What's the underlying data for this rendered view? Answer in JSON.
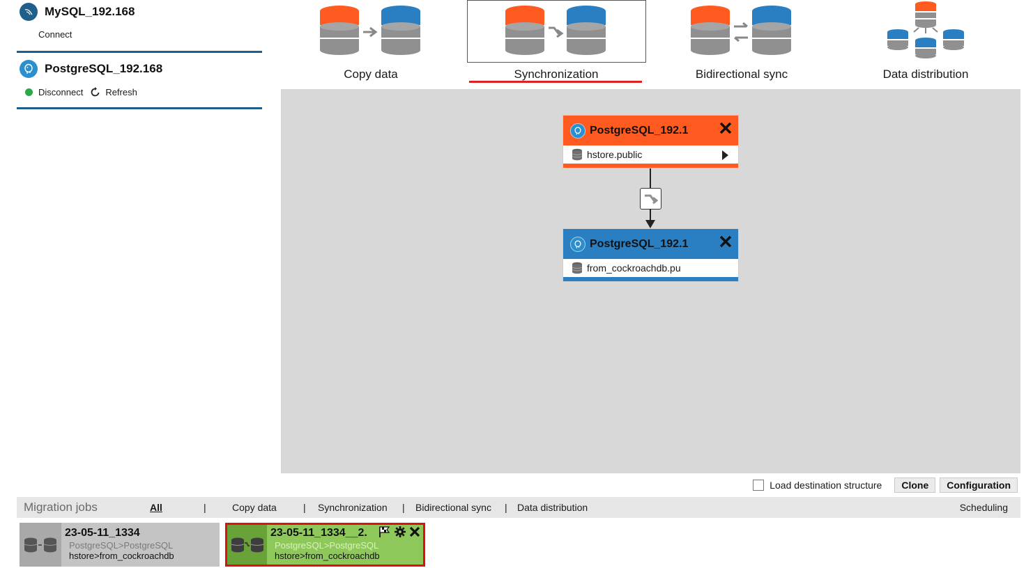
{
  "connections": [
    {
      "name": "MySQL_192.168",
      "type": "mysql",
      "actions": {
        "connect": "Connect"
      }
    },
    {
      "name": "PostgreSQL_192.168",
      "type": "postgresql",
      "status": "connected",
      "actions": {
        "disconnect": "Disconnect",
        "refresh": "Refresh"
      }
    }
  ],
  "modes": {
    "copy": "Copy data",
    "sync": "Synchronization",
    "bidir": "Bidirectional sync",
    "distribution": "Data distribution",
    "active": "Synchronization"
  },
  "flow": {
    "source": {
      "title": "PostgreSQL_192.1",
      "table": "hstore.public"
    },
    "destination": {
      "title": "PostgreSQL_192.1",
      "table": "from_cockroachdb.pu"
    }
  },
  "options": {
    "load_structure": "Load destination structure",
    "load_structure_checked": false,
    "clone": "Clone",
    "configuration": "Configuration"
  },
  "jobs_bar": {
    "title": "Migration jobs",
    "filters": {
      "all": "All",
      "copy": "Copy data",
      "sync": "Synchronization",
      "bidir": "Bidirectional sync",
      "distribution": "Data distribution"
    },
    "scheduling": "Scheduling"
  },
  "jobs": [
    {
      "name": "23-05-11_1334",
      "route": "PostgreSQL>PostgreSQL",
      "tables": "hstore>from_cockroachdb"
    },
    {
      "name": "23-05-11_1334__2.",
      "route": "PostgreSQL>PostgreSQL",
      "tables": "hstore>from_cockroachdb",
      "selected": true
    }
  ],
  "colors": {
    "source": "#ff5a1f",
    "destination": "#2a7fc2",
    "active_job": "#8fc85a",
    "selection": "#e01010"
  }
}
